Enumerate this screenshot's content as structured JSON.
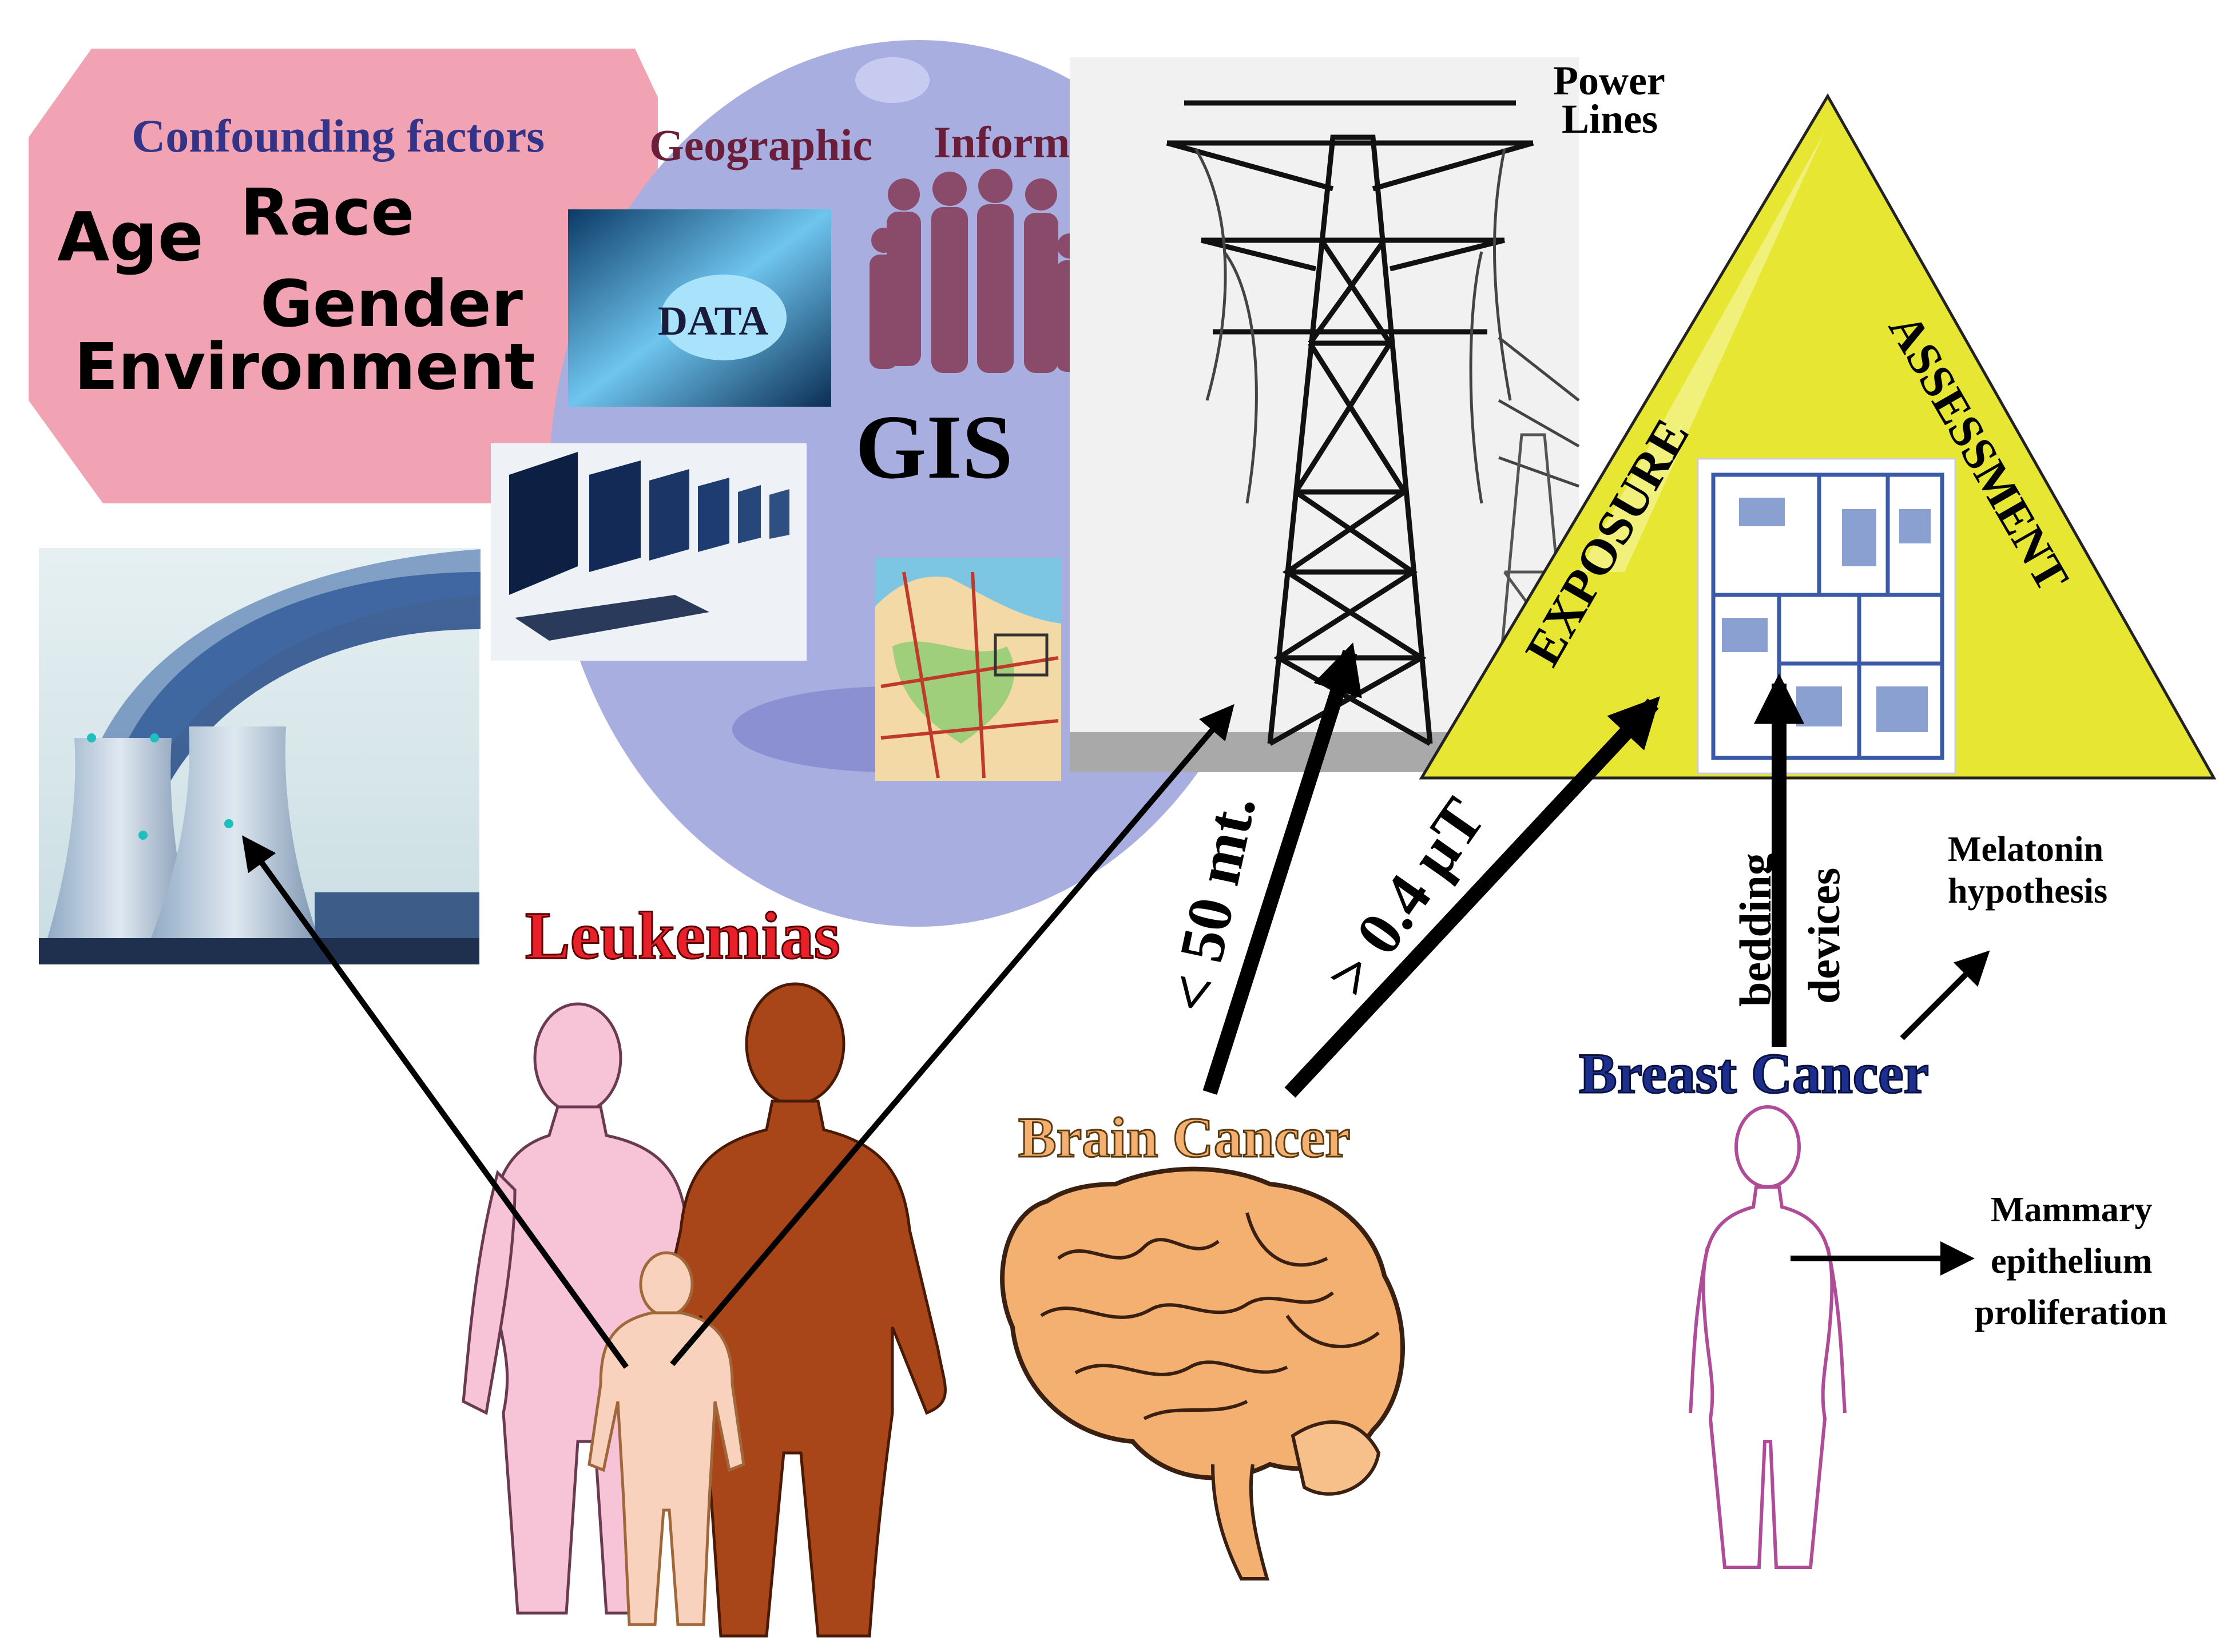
{
  "confounding": {
    "title": "Confounding factors",
    "age": "Age",
    "race": "Race",
    "gender": "Gender",
    "environment": "Environment"
  },
  "gis": {
    "geographic": "Geographic",
    "information": "Information",
    "data": "DATA",
    "gis": "GIS"
  },
  "power": {
    "line1": "Power",
    "line2": "Lines"
  },
  "triangle": {
    "exposure": "EXPOSURE",
    "assessment": "ASSESSMENT"
  },
  "labels": {
    "leukemias": "Leukemias",
    "brain_cancer": "Brain Cancer",
    "breast_cancer": "Breast Cancer",
    "distance": "< 50 mt.",
    "field": "> 0.4 μT",
    "bedding": "bedding",
    "devices": "devices",
    "melatonin1": "Melatonin",
    "melatonin2": "hypothesis",
    "mammary1": "Mammary",
    "mammary2": "epithelium",
    "mammary3": "proliferation"
  },
  "colors": {
    "confounding_bg": "#f2a3b3",
    "confounding_title": "#333388",
    "gis_bg": "#a9aee0",
    "geo_title": "#6a1e3a",
    "triangle": "#e6e633",
    "leukemias": "#e8202a",
    "brain": "#f3b071",
    "breast": "#1c2f8c",
    "woman": "#f6c3d7",
    "man": "#a8461a",
    "child": "#f8d2bc",
    "outline_woman": "#b04b98"
  }
}
